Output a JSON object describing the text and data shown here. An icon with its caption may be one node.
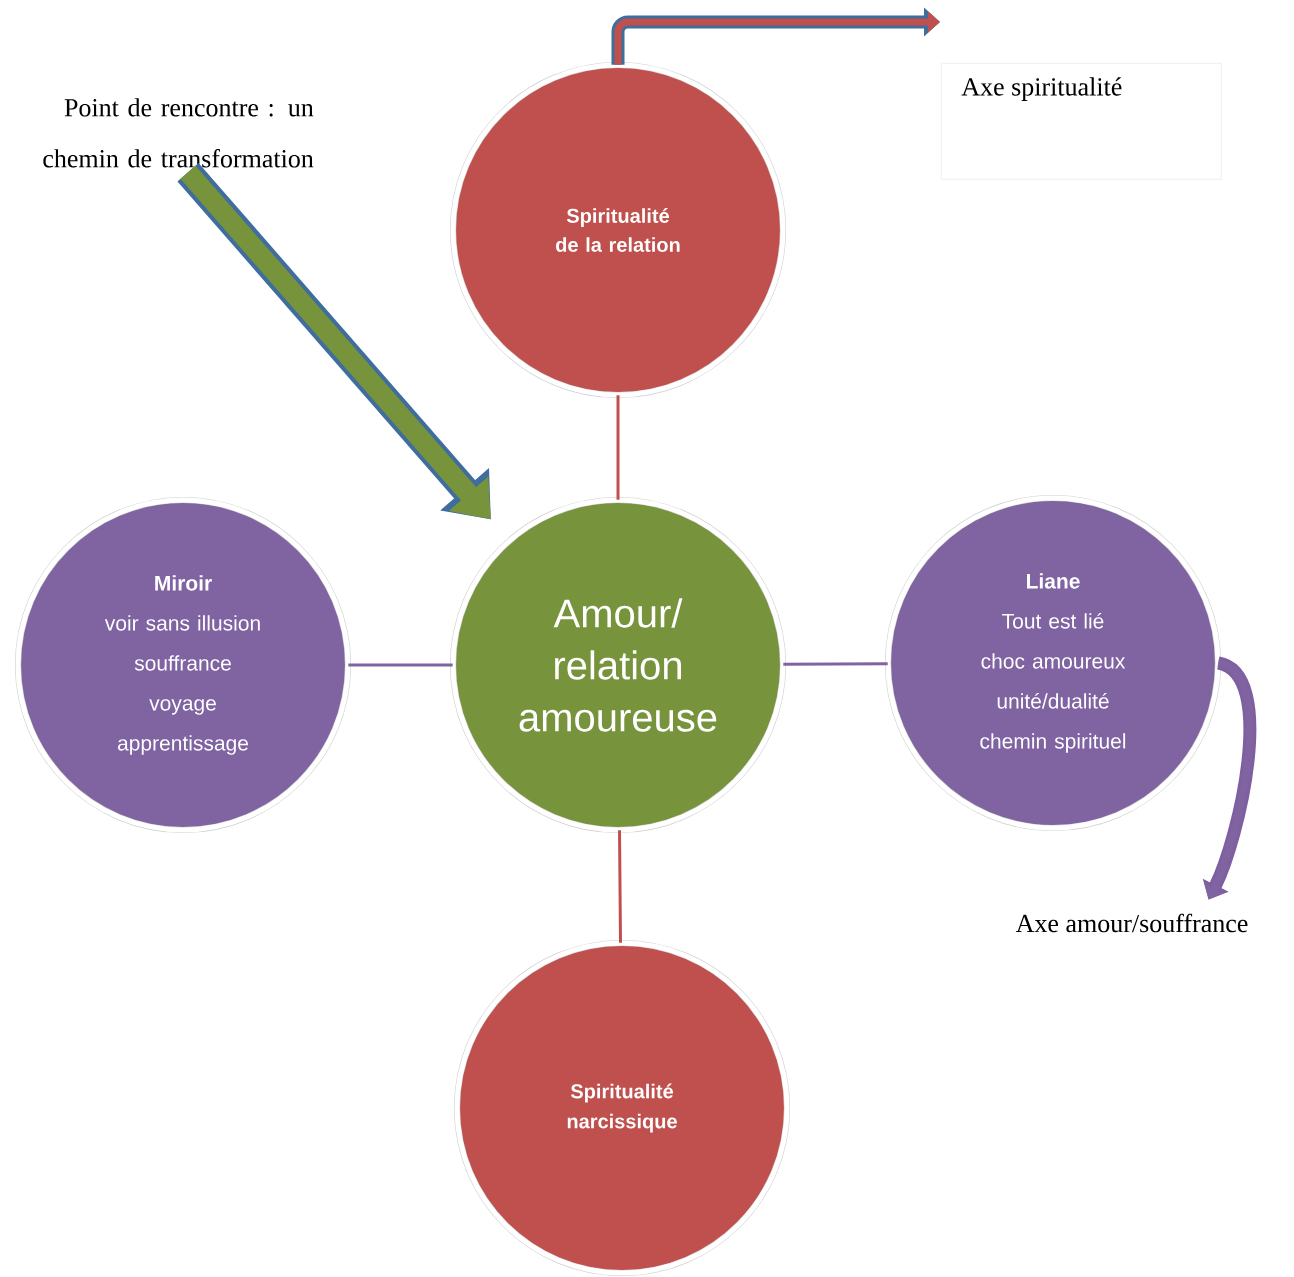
{
  "diagram": {
    "nodes": [
      {
        "text": [
          "Amour/ relation amoureuse"
        ]
      },
      {
        "text": [
          "Spiritualité de la relation"
        ]
      },
      {
        "text": [
          "Miroir",
          "voir sans illusion",
          "souffrance",
          "voyage",
          "apprentissage"
        ]
      },
      {
        "text": [
          "Liane",
          "Tout est lié",
          "choc amoureux",
          "unité/dualité",
          "chemin spirituel"
        ]
      },
      {
        "text": [
          "Spiritualité narcissique"
        ]
      },
      {
        "text": [
          "Point de rencontre : un chemin de transformation"
        ]
      },
      {
        "text": [
          "Axe spiritualité"
        ]
      },
      {
        "text": [
          "Axe amour/souffrance"
        ]
      }
    ],
    "edges": [
      {
        "from": 5,
        "to": 0,
        "arrow": "to",
        "style": "thick",
        "color": "#77933c"
      },
      {
        "from": 0,
        "to": 1,
        "arrow": "none",
        "color": "#c0504d"
      },
      {
        "from": 0,
        "to": 2,
        "arrow": "none",
        "color": "#8064a2"
      },
      {
        "from": 0,
        "to": 3,
        "arrow": "none",
        "color": "#8064a2"
      },
      {
        "from": 0,
        "to": 4,
        "arrow": "none",
        "color": "#c0504d"
      },
      {
        "from": 1,
        "to": null,
        "arrow": "to",
        "style": "thick",
        "color": "#c0504d"
      },
      {
        "from": 3,
        "to": 7,
        "arrow": "to",
        "style": "thick",
        "color": "#8064a2"
      }
    ]
  }
}
